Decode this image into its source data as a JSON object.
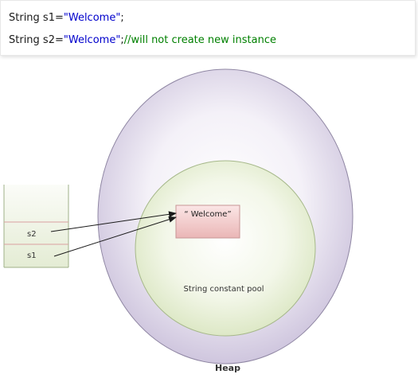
{
  "code": {
    "line1": {
      "prefix": "String s1=",
      "literal": "\"Welcome\"",
      "suffix": ";"
    },
    "line2": {
      "prefix": "String s2=",
      "literal": "\"Welcome\"",
      "suffix": ";",
      "comment": "//will not create new instance"
    }
  },
  "diagram": {
    "stack": {
      "cells": [
        "s2",
        "s1"
      ]
    },
    "string_object": "“ Welcome”",
    "pool_label": "String constant pool",
    "heap_label": "Heap"
  },
  "colors": {
    "code_text": "#1a1a1a",
    "string_literal": "#0000cc",
    "comment": "#008000",
    "heap_fill": "#d9d2e6",
    "pool_fill": "#e8efd6",
    "object_fill": "#f3c7c7",
    "stack_fill": "#e6eed8"
  }
}
